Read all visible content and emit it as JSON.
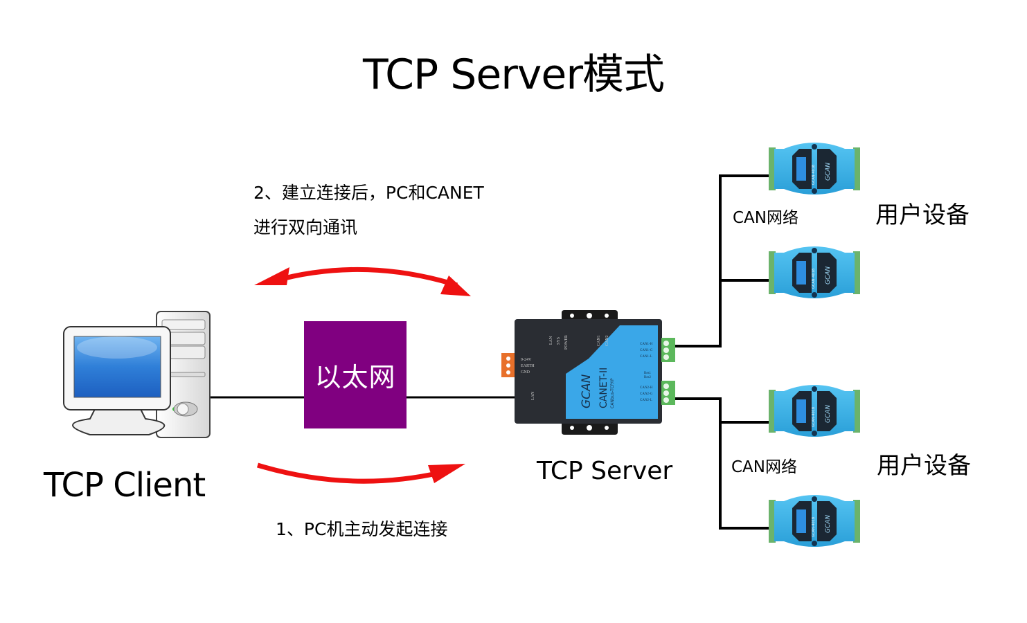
{
  "title": "TCP Server模式",
  "client": {
    "label": "TCP Client"
  },
  "ethernet": {
    "label": "以太网",
    "color": "#800080"
  },
  "server": {
    "label": "TCP Server",
    "device": {
      "brand": "GCAN",
      "model": "CANET-II",
      "subtitle": "CANbus-TCP/IP",
      "power_labels": [
        "9-24V",
        "EARTH",
        "GND"
      ],
      "led_labels": [
        "LAN",
        "SYS",
        "POWER",
        "CAN1",
        "CAN2"
      ],
      "lan_label": "LAN",
      "can1_pins": [
        "CAN1-H",
        "CAN1-G",
        "CAN1-L"
      ],
      "can2_pins": [
        "CAN2-H",
        "CAN2-G",
        "CAN2-L"
      ],
      "res_labels": [
        "Res1",
        "Res2"
      ],
      "body_color": "#2a2d33",
      "panel_color": "#3aa7e8"
    }
  },
  "steps": {
    "step1": "1、PC机主动发起连接",
    "step2_line1": "2、建立连接后，PC和CANET",
    "step2_line2": "进行双向通讯"
  },
  "arrow_color": "#ee1111",
  "networks": [
    {
      "label": "CAN网络",
      "group_label": "用户设备",
      "modules": [
        "GCAN-4018",
        "GCAN-4018"
      ]
    },
    {
      "label": "CAN网络",
      "group_label": "用户设备",
      "modules": [
        "GCAN-4018",
        "GCAN-4018"
      ]
    }
  ],
  "module": {
    "brand": "GCAN",
    "color": "#39b3e6"
  }
}
